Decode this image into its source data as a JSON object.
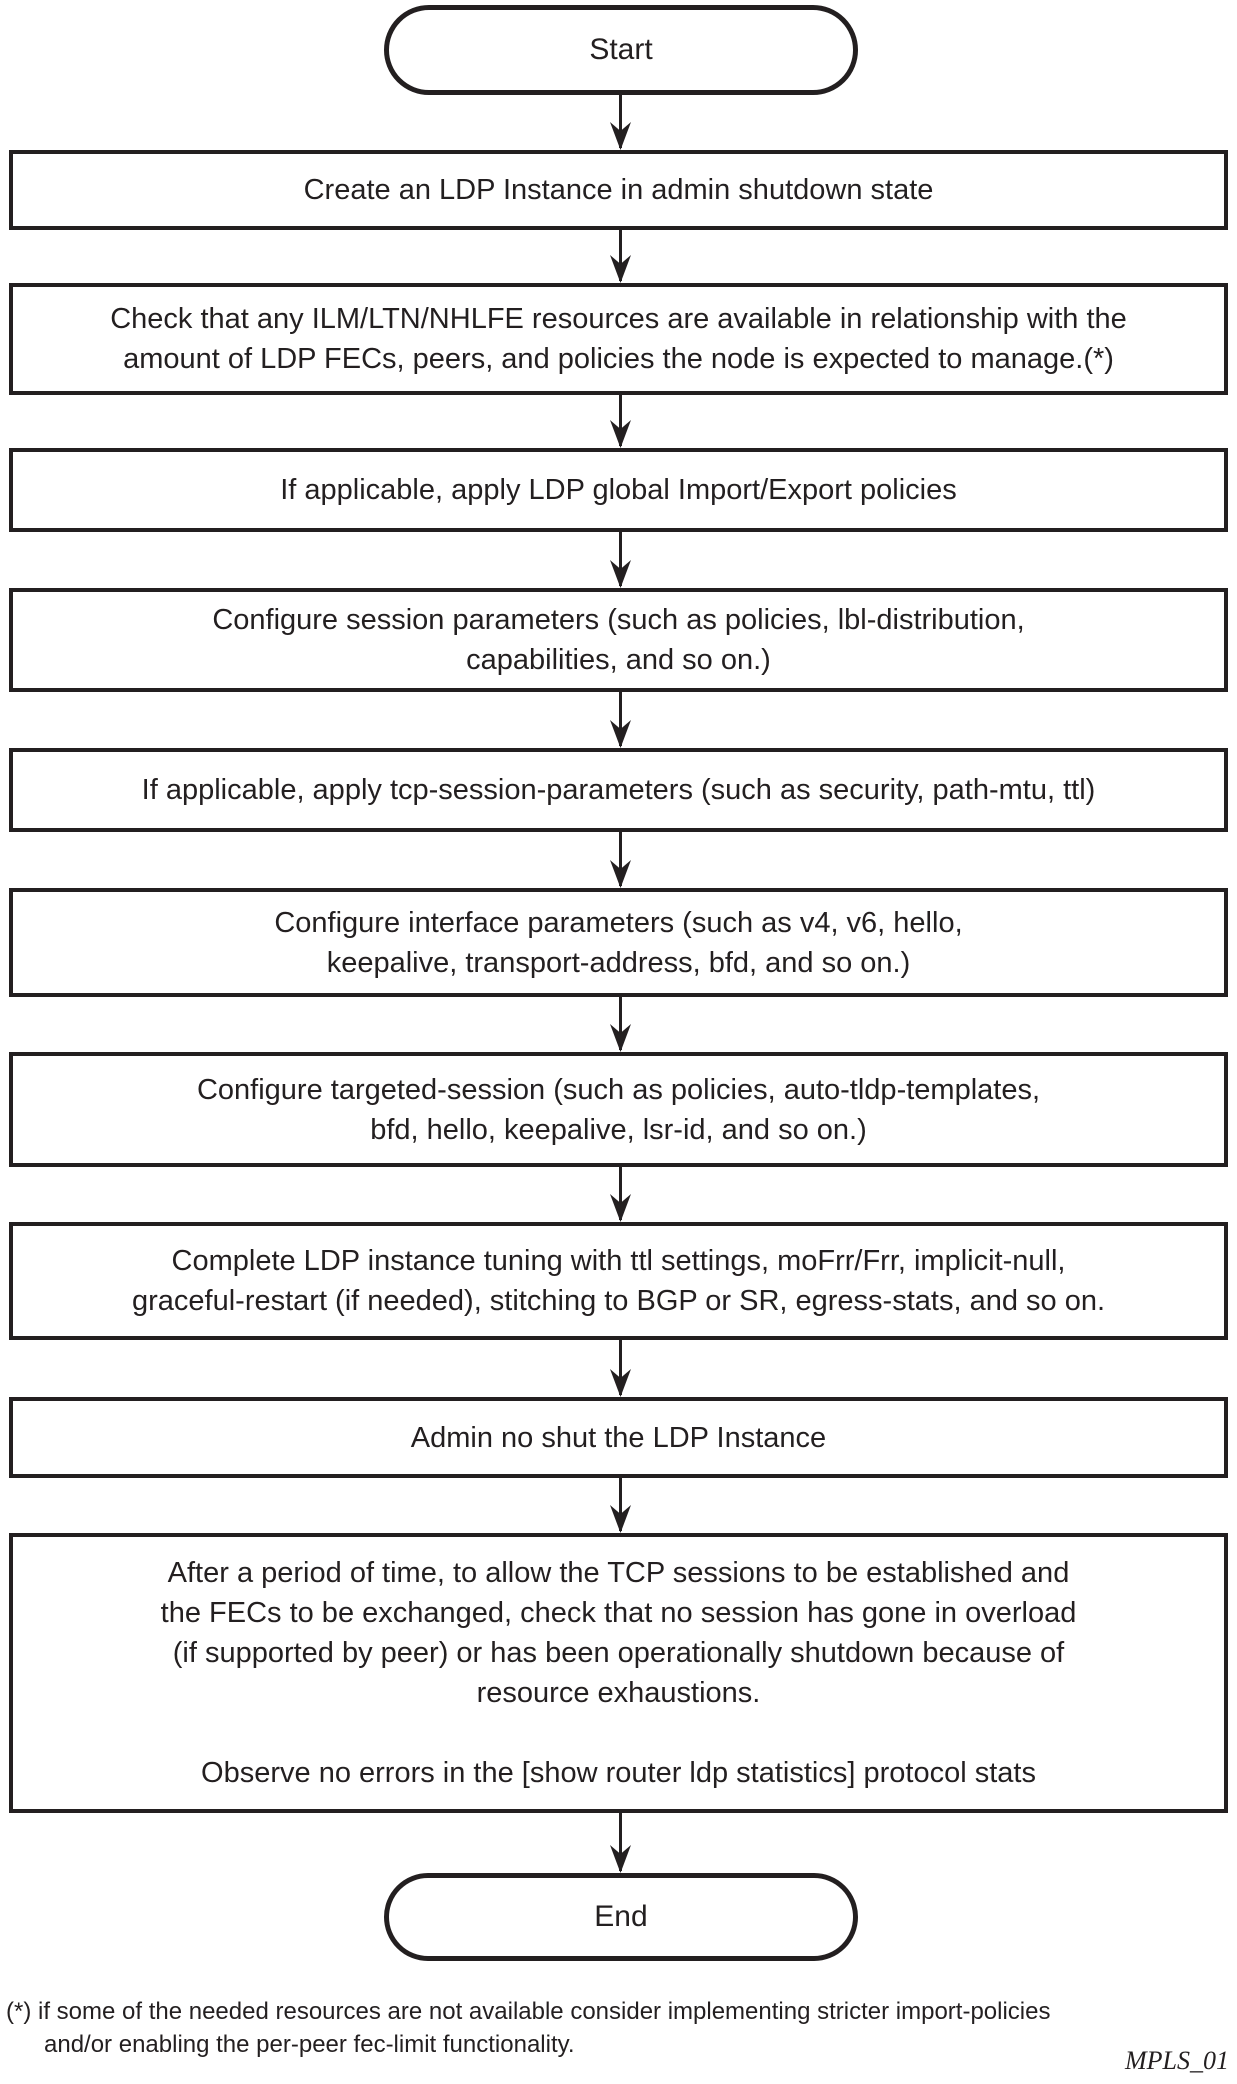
{
  "colors": {
    "ink": "#231f20",
    "background": "#ffffff"
  },
  "flowchart": {
    "start": {
      "label": "Start"
    },
    "steps": [
      {
        "text": "Create an LDP Instance in admin shutdown state"
      },
      {
        "text": "Check that any ILM/LTN/NHLFE resources are available in relationship with the\namount of LDP FECs, peers, and policies the node is expected to manage.(*)"
      },
      {
        "text": "If applicable, apply LDP global Import/Export policies"
      },
      {
        "text": "Configure session parameters (such as policies, lbl-distribution,\ncapabilities, and so on.)"
      },
      {
        "text": "If applicable, apply tcp-session-parameters (such as security, path-mtu, ttl)"
      },
      {
        "text": "Configure interface parameters (such as v4, v6, hello,\nkeepalive, transport-address, bfd, and so on.)"
      },
      {
        "text": "Configure targeted-session (such as policies, auto-tldp-templates,\nbfd, hello, keepalive, lsr-id, and so on.)"
      },
      {
        "text": "Complete LDP instance tuning with ttl settings, moFrr/Frr, implicit-null,\ngraceful-restart (if needed), stitching to BGP or SR, egress-stats, and so on."
      },
      {
        "text": "Admin no shut the LDP Instance"
      },
      {
        "text": "After a period of time, to allow the TCP sessions to be established and\nthe FECs to be exchanged, check that no session has gone in overload\n(if supported by peer) or has been operationally shutdown because of\nresource exhaustions.\n\nObserve no errors in the [show router ldp statistics] protocol stats"
      }
    ],
    "end": {
      "label": "End"
    }
  },
  "footnote": {
    "line1": "(*) if some of the needed resources are not available consider implementing stricter import-policies",
    "line2": "and/or enabling the per-peer fec-limit functionality."
  },
  "figure_id": "MPLS_01"
}
